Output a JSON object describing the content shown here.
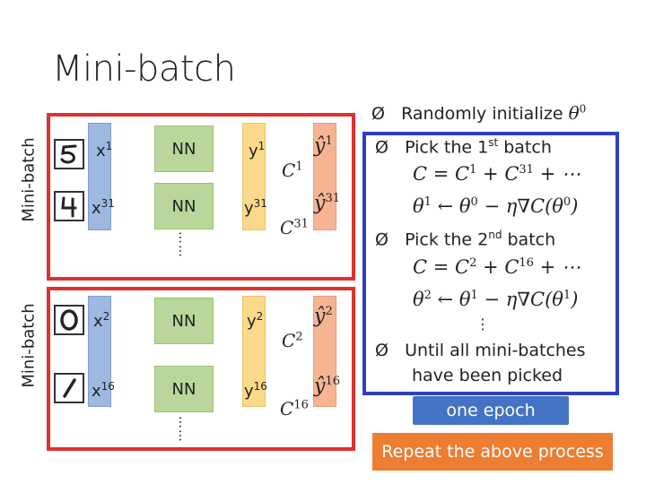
{
  "title": "Mini-batch",
  "side_label_top": "Mini-batch",
  "side_label_bottom": "Mini-batch",
  "rows": [
    {
      "digit": "5",
      "x": "x",
      "x_sup": "1",
      "nn": "NN",
      "y": "y",
      "y_sup": "1",
      "c": "C",
      "c_sup": "1",
      "yhat_sup": "1"
    },
    {
      "digit": "4",
      "x": "x",
      "x_sup": "31",
      "nn": "NN",
      "y": "y",
      "y_sup": "31",
      "c": "C",
      "c_sup": "31",
      "yhat_sup": "31"
    },
    {
      "digit": "0",
      "x": "x",
      "x_sup": "2",
      "nn": "NN",
      "y": "y",
      "y_sup": "2",
      "c": "C",
      "c_sup": "2",
      "yhat_sup": "2"
    },
    {
      "digit": "1",
      "x": "x",
      "x_sup": "16",
      "nn": "NN",
      "y": "y",
      "y_sup": "16",
      "c": "C",
      "c_sup": "16",
      "yhat_sup": "16"
    }
  ],
  "ellipsis": "……",
  "steps": {
    "init_text": "Randomly initialize",
    "init_math": "θ",
    "init_sup": "0",
    "pick1_pre": "Pick the 1",
    "pick1_sup": "st",
    "pick1_post": " batch",
    "eq1a": "C = C",
    "eq1a_s1": "1",
    "eq1a_mid": " + C",
    "eq1a_s2": "31",
    "eq1a_end": " + ⋯",
    "eq1b_pre": "θ",
    "eq1b_s1": "1",
    "eq1b_mid": " ← θ",
    "eq1b_s2": "0",
    "eq1b_end": " − η∇C(θ",
    "eq1b_s3": "0",
    "eq1b_close": ")",
    "pick2_pre": "Pick the 2",
    "pick2_sup": "nd",
    "pick2_post": " batch",
    "eq2a": "C = C",
    "eq2a_s1": "2",
    "eq2a_mid": " + C",
    "eq2a_s2": "16",
    "eq2a_end": " + ⋯",
    "eq2b_pre": "θ",
    "eq2b_s1": "2",
    "eq2b_mid": " ← θ",
    "eq2b_s2": "1",
    "eq2b_end": " − η∇C(θ",
    "eq2b_s3": "1",
    "eq2b_close": ")",
    "vdots": "⋮",
    "until_line1": "Until all mini-batches",
    "until_line2": "have been picked",
    "bullet_glyph": "Ø"
  },
  "epoch_label": "one epoch",
  "repeat_label": "Repeat the above process",
  "colors": {
    "red": "#e03030",
    "blue": "#2f3fc0",
    "x": "#9fb8e0",
    "nn": "#b9d79a",
    "y": "#fbd98a",
    "yhat": "#f6b493",
    "epoch": "#4472c4",
    "repeat": "#ed7d31"
  }
}
